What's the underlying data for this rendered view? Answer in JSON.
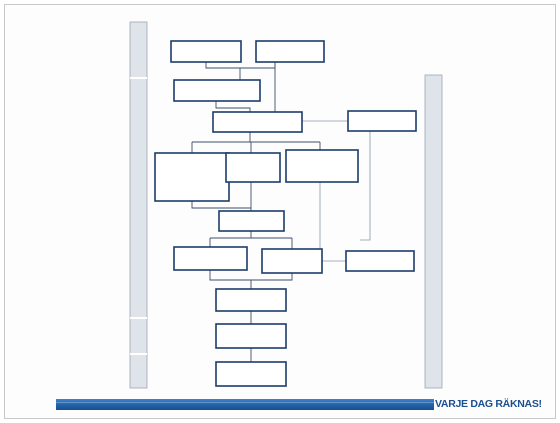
{
  "footer": {
    "slogan": "VARJE DAG RÄKNAS!"
  },
  "colors": {
    "footer_blue": "#1f5fa6",
    "node_border": "#1c3d6b",
    "sidebar_fill": "#dfe4ea"
  },
  "flowchart": {
    "phases": [
      {
        "id": "phase-1",
        "label": ""
      },
      {
        "id": "phase-2",
        "label": ""
      },
      {
        "id": "phase-3",
        "label": ""
      },
      {
        "id": "phase-4",
        "label": ""
      }
    ],
    "side_bar_label": "",
    "nodes": [
      {
        "id": "n1",
        "lines": [
          ""
        ]
      },
      {
        "id": "n2",
        "lines": [
          ""
        ]
      },
      {
        "id": "n3",
        "lines": [
          ""
        ]
      },
      {
        "id": "n4",
        "lines": [
          "",
          ""
        ]
      },
      {
        "id": "n5",
        "lines": [
          "",
          ""
        ]
      },
      {
        "id": "n6",
        "lines": [
          "",
          "",
          "",
          "",
          ""
        ]
      },
      {
        "id": "n7",
        "lines": [
          "",
          ""
        ]
      },
      {
        "id": "n8",
        "lines": [
          "",
          "",
          ""
        ]
      },
      {
        "id": "n9",
        "lines": [
          ""
        ]
      },
      {
        "id": "n10",
        "lines": [
          "",
          ""
        ]
      },
      {
        "id": "n11",
        "lines": [
          ""
        ]
      },
      {
        "id": "n12",
        "lines": [
          ""
        ]
      },
      {
        "id": "n13",
        "lines": [
          ""
        ]
      },
      {
        "id": "n14",
        "lines": [
          ""
        ]
      },
      {
        "id": "n15",
        "lines": [
          ""
        ]
      }
    ]
  }
}
